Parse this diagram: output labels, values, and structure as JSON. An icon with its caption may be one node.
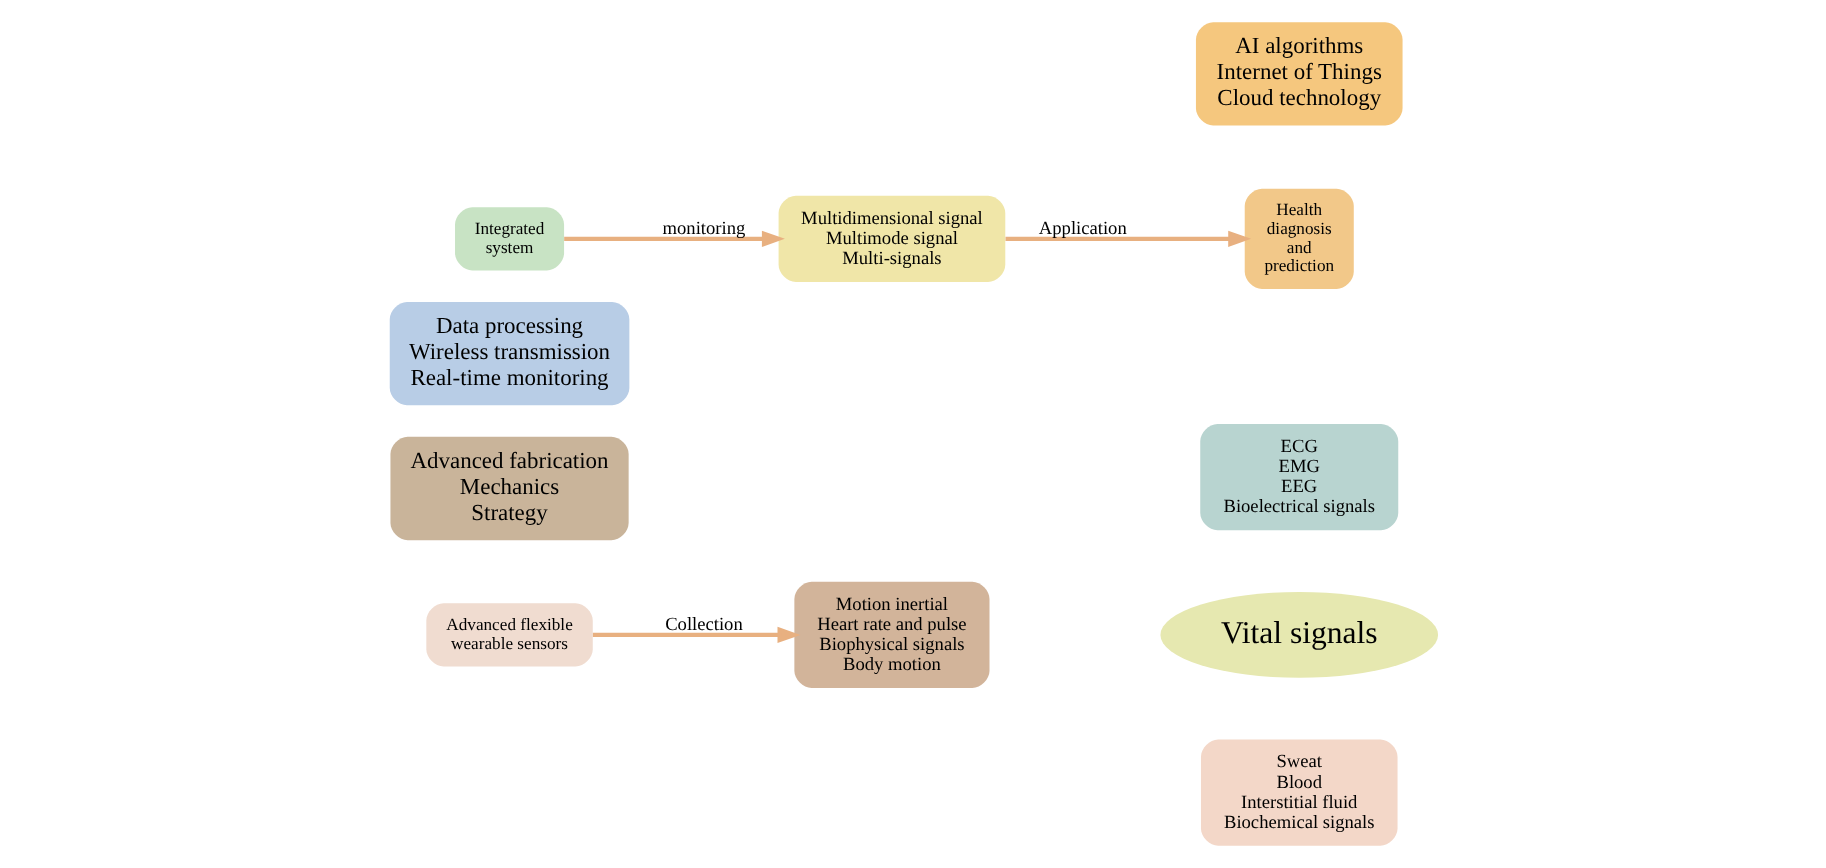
{
  "diagram": {
    "nodes": [
      {
        "text": [
          "Advanced fabrication",
          "Mechanics",
          "Strategy"
        ]
      },
      {
        "text": [
          "Advanced flexible wearable sensors"
        ]
      },
      {
        "text": [
          "Data processing",
          "Wireless transmission",
          "Real-time monitoring"
        ]
      },
      {
        "text": [
          "Integrated system"
        ]
      },
      {
        "text": [
          "AI algorithms",
          "Internet of Things",
          "Cloud technology"
        ]
      },
      {
        "text": [
          "Health diagnosis and prediction"
        ]
      },
      {
        "text": [
          "Vital signals"
        ]
      },
      {
        "text": [
          "ECG",
          "EMG",
          "EEG",
          "Bioelectrical signals"
        ]
      },
      {
        "text": [
          "Multidimensional signal",
          "Multimode signal",
          "Multi-signals"
        ]
      },
      {
        "text": [
          "Motion inertial",
          "Heart rate and pulse",
          "Biophysical signals",
          "Body motion"
        ]
      },
      {
        "text": [
          "Sweat",
          "Blood",
          "Interstitial fluid",
          "Biochemical signals"
        ]
      }
    ],
    "edges": [
      {
        "from": 1,
        "to": 9,
        "arrow": "to",
        "label": "Collection"
      },
      {
        "from": 3,
        "to": 8,
        "arrow": "to",
        "label": "monitoring"
      },
      {
        "from": 8,
        "to": 5,
        "arrow": "to",
        "label": "Application"
      }
    ]
  }
}
